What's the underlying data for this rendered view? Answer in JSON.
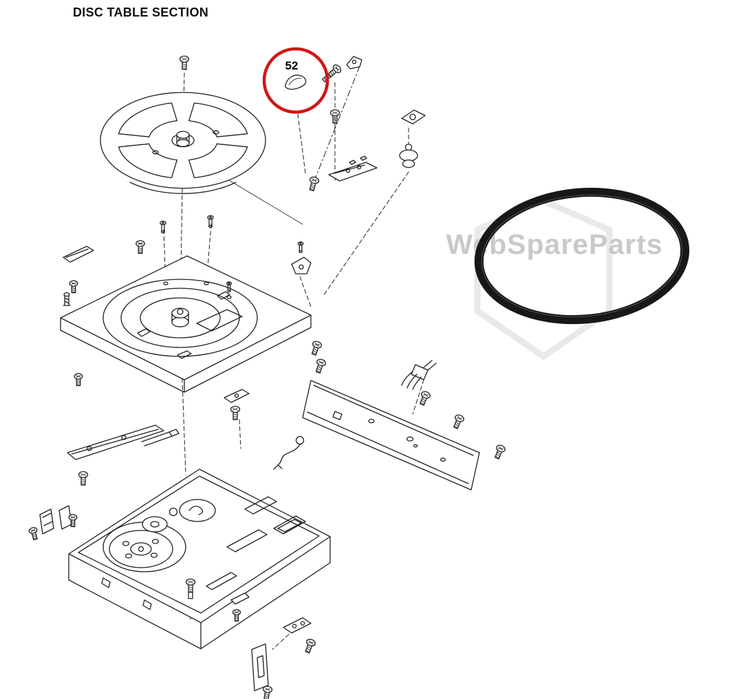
{
  "page": {
    "title": "DISC TABLE SECTION"
  },
  "callout": {
    "part_number": "52",
    "circle_color": "#cf1715"
  },
  "watermark": {
    "text": "WebSpareParts",
    "text_color": "#c9c9c9",
    "shield_color": "#e9e9e9"
  },
  "belt": {
    "color": "#181818"
  },
  "diagram": {
    "line_color": "#1f1f1f"
  }
}
